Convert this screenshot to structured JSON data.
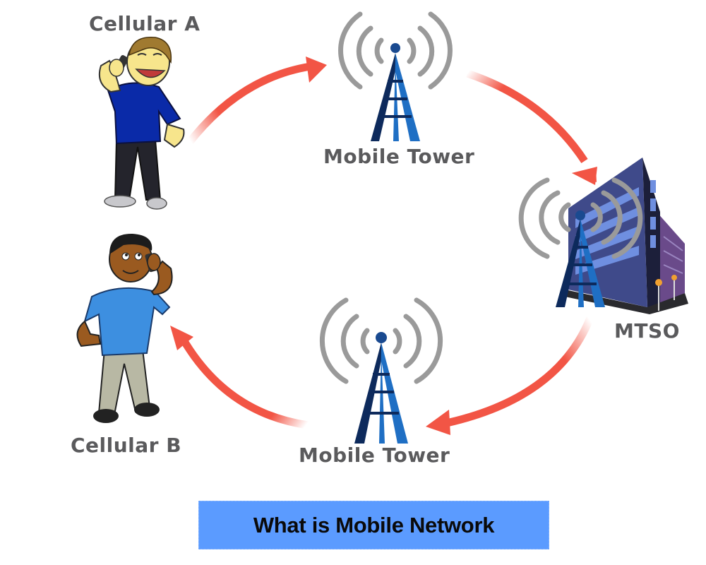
{
  "diagram": {
    "title": "What is Mobile Network",
    "nodes": [
      {
        "id": "cellular_a",
        "label": "Cellular A",
        "type": "person-on-phone"
      },
      {
        "id": "tower_top",
        "label": "Mobile Tower",
        "type": "cell-tower"
      },
      {
        "id": "mtso",
        "label": "MTSO",
        "type": "switching-office-building"
      },
      {
        "id": "tower_bottom",
        "label": "Mobile Tower",
        "type": "cell-tower"
      },
      {
        "id": "cellular_b",
        "label": "Cellular B",
        "type": "person-on-phone"
      }
    ],
    "edges": [
      {
        "from": "cellular_a",
        "to": "tower_top"
      },
      {
        "from": "tower_top",
        "to": "mtso"
      },
      {
        "from": "mtso",
        "to": "tower_bottom"
      },
      {
        "from": "tower_bottom",
        "to": "cellular_b"
      }
    ]
  },
  "labels": {
    "cellular_a": "Cellular A",
    "cellular_b": "Cellular B",
    "tower_top": "Mobile Tower",
    "tower_bottom": "Mobile Tower",
    "mtso": "MTSO"
  },
  "colors": {
    "arrow": "#f25545",
    "label_text": "#5a5a5c",
    "title_bg": "#5b9bff",
    "tower_blue": "#1f6fc4",
    "tower_dark": "#0d2a5c",
    "signal_gray": "#9a9a9a",
    "building_front": "#3f4a8a",
    "building_side": "#6a4a8a"
  }
}
